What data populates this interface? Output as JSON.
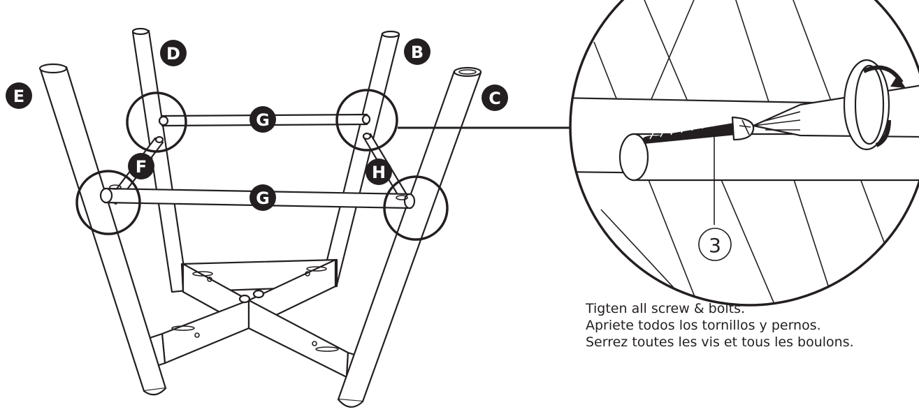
{
  "part_labels": {
    "b": "B",
    "c": "C",
    "d": "D",
    "e": "E",
    "f": "F",
    "g_upper": "G",
    "g_lower": "G",
    "h": "H"
  },
  "callout": {
    "item_number": "3"
  },
  "instructions": {
    "english": "Tigten all screw & bolts.",
    "spanish": "Apriete todos los tornillos y pernos.",
    "french": "Serrez toutes les vis et tous les boulons."
  }
}
